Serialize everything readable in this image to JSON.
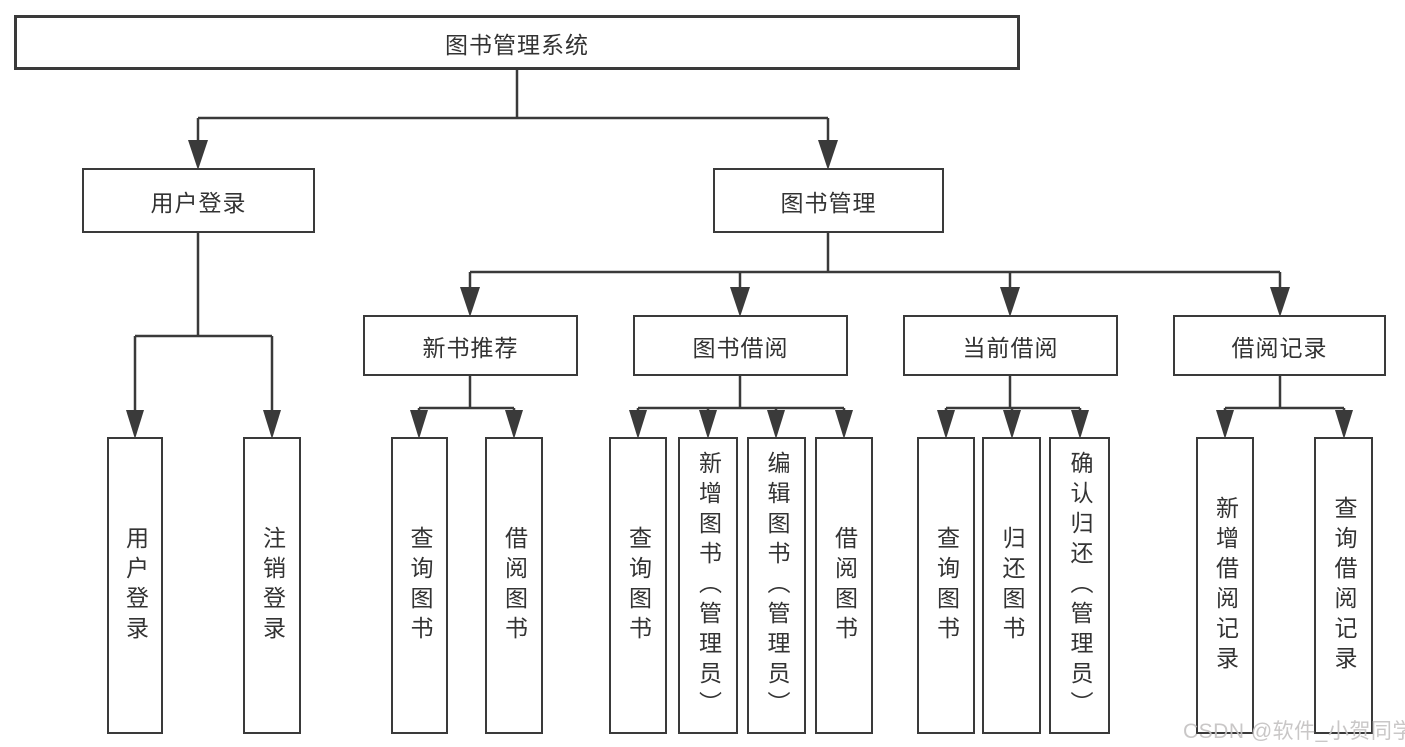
{
  "diagram": {
    "root": {
      "label": "图书管理系统"
    },
    "level2": [
      {
        "label": "用户登录"
      },
      {
        "label": "图书管理"
      }
    ],
    "level3": [
      {
        "label": "新书推荐"
      },
      {
        "label": "图书借阅"
      },
      {
        "label": "当前借阅"
      },
      {
        "label": "借阅记录"
      }
    ],
    "leaves": [
      {
        "label": "用户登录"
      },
      {
        "label": "注销登录"
      },
      {
        "label": "查询图书"
      },
      {
        "label": "借阅图书"
      },
      {
        "label": "查询图书"
      },
      {
        "label": "新增图书（管理员）"
      },
      {
        "label": "编辑图书（管理员）"
      },
      {
        "label": "借阅图书"
      },
      {
        "label": "查询图书"
      },
      {
        "label": "归还图书"
      },
      {
        "label": "确认归还（管理员）"
      },
      {
        "label": "新增借阅记录"
      },
      {
        "label": "查询借阅记录"
      }
    ]
  },
  "watermark": {
    "text": "CSDN @软件_小贺同学"
  },
  "colors": {
    "line": "#3a3a3a",
    "text": "#333333",
    "background": "#ffffff",
    "watermark": "#c4c2c2"
  }
}
